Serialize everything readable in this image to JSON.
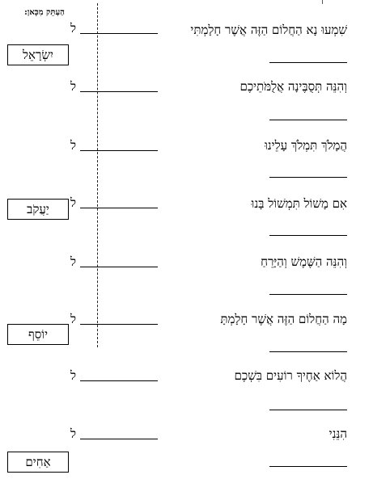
{
  "header": {
    "copy_label": "הַעְתֵּק מִכָּאן:",
    "top_clipped_text": "ךְ"
  },
  "answer_prefix": "ל",
  "sentences": [
    "שִׁמְעוּ נָא  הַחֲלוֹם הַזֶּה אֲשֶׁר חָלָמְתִּי",
    "וְהִנֵּה תְּסֻבֶּינָה אֲלֻמֹּתֵיכֶם",
    "הֲמָלֹךְ תִּמְלֹךְ עָלֵינוּ",
    "אִם מָשׁוֹל תִּמְשׁוֹל בָּנוּ",
    "וְהִנֵּה הַשֶּׁמֶשׁ וְהַיָּרֵחַ",
    "מָה הַחֲלוֹם הַזֶּה אֲשֶׁר חָלָמְתָּ",
    "הֲלוֹא אַחֶיךָ רוֹעִים בִּשְׁכֶם",
    "הִנֵּנִי"
  ],
  "word_bank": [
    "יִשְׂרָאֵל",
    "יַעֲקֹב",
    "יוֹסֵף",
    "אַחִים"
  ]
}
